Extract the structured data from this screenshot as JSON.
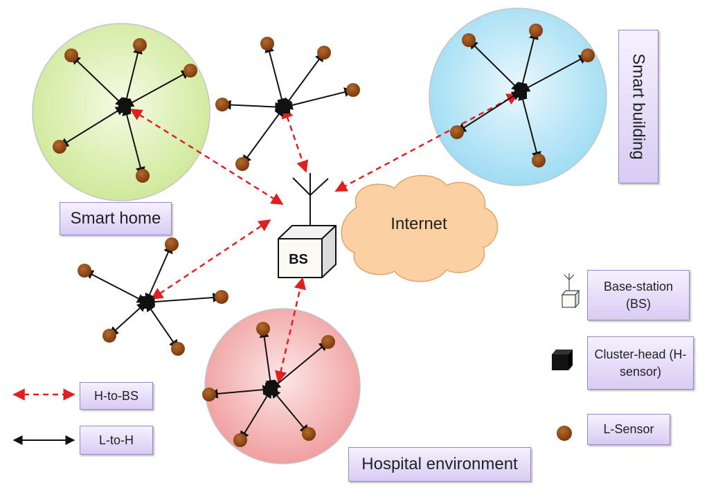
{
  "areas": {
    "smart_home": "Smart home",
    "smart_building": "Smart building",
    "hospital": "Hospital environment"
  },
  "center": {
    "bs_label": "BS",
    "internet_label": "Internet"
  },
  "legend": {
    "h_to_bs": "H-to-BS",
    "l_to_h": "L-to-H",
    "base_station": "Base-station (BS)",
    "cluster_head": "Cluster-head (H-sensor)",
    "l_sensor": "L-Sensor"
  },
  "colors": {
    "home_circle": "#d9f0a8",
    "building_circle": "#b7e6f7",
    "hospital_circle": "#f6b8b8",
    "sensor": "#8b4513",
    "cluster_head": "#111111",
    "h_to_bs_arrow": "#e02020",
    "l_to_h_arrow": "#111111",
    "cloud": "#fbd0a3"
  }
}
